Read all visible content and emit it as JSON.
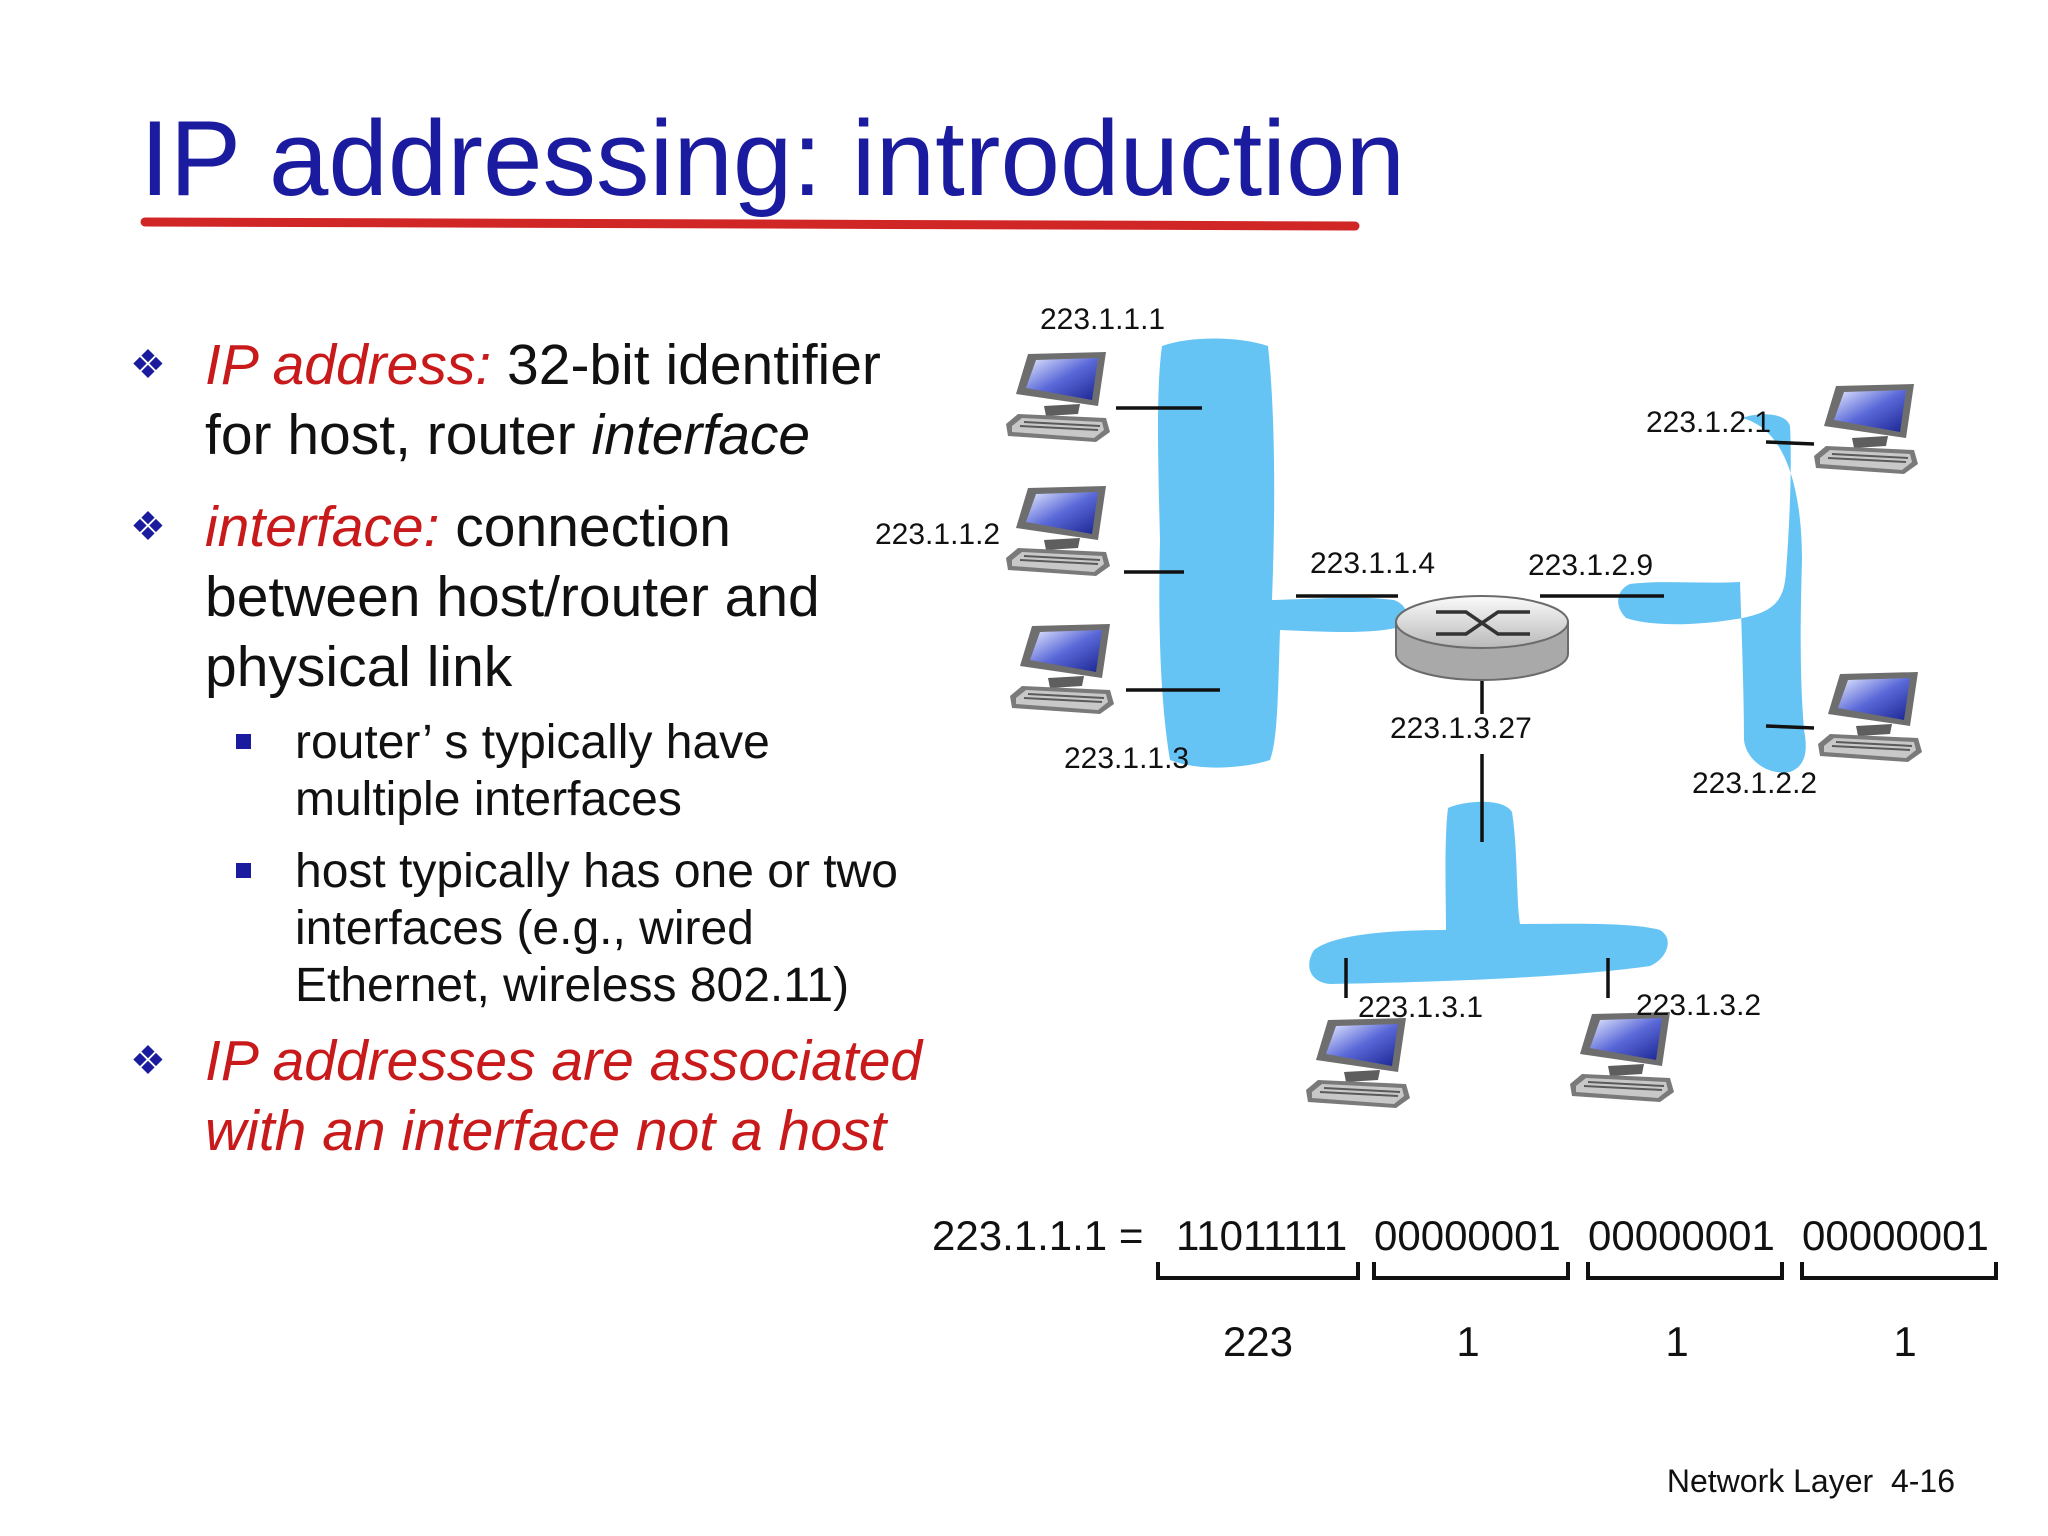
{
  "title": "IP addressing: introduction",
  "bullets": {
    "b1": {
      "term": "IP address:",
      "text1": " 32-bit identifier for host, router ",
      "text1_italic": "interface"
    },
    "b2": {
      "term": "interface:",
      "text": " connection between host/router and physical link"
    },
    "sub": [
      "router’ s typically have multiple interfaces",
      "host typically has one or two interfaces (e.g., wired Ethernet, wireless 802.11)"
    ],
    "b3": "IP addresses are associated with an interface not a host"
  },
  "diagram": {
    "addresses": {
      "h111": "223.1.1.1",
      "h112": "223.1.1.2",
      "h113": "223.1.1.3",
      "r114": "223.1.1.4",
      "r129": "223.1.2.9",
      "h121": "223.1.2.1",
      "h122": "223.1.2.2",
      "r1327": "223.1.3.27",
      "h131": "223.1.3.1",
      "h132": "223.1.3.2"
    },
    "binary": {
      "lhs": "223.1.1.1 =",
      "bytes": [
        "11011111",
        "00000001",
        "00000001",
        "00000001"
      ],
      "decimals": [
        "223",
        "1",
        "1",
        "1"
      ]
    }
  },
  "colors": {
    "title": "#1b1ba0",
    "emphasis": "#c8191b",
    "network": "#66c4f5",
    "underline": "#d02626"
  },
  "footer": {
    "label": "Network Layer",
    "page": "4-16"
  }
}
